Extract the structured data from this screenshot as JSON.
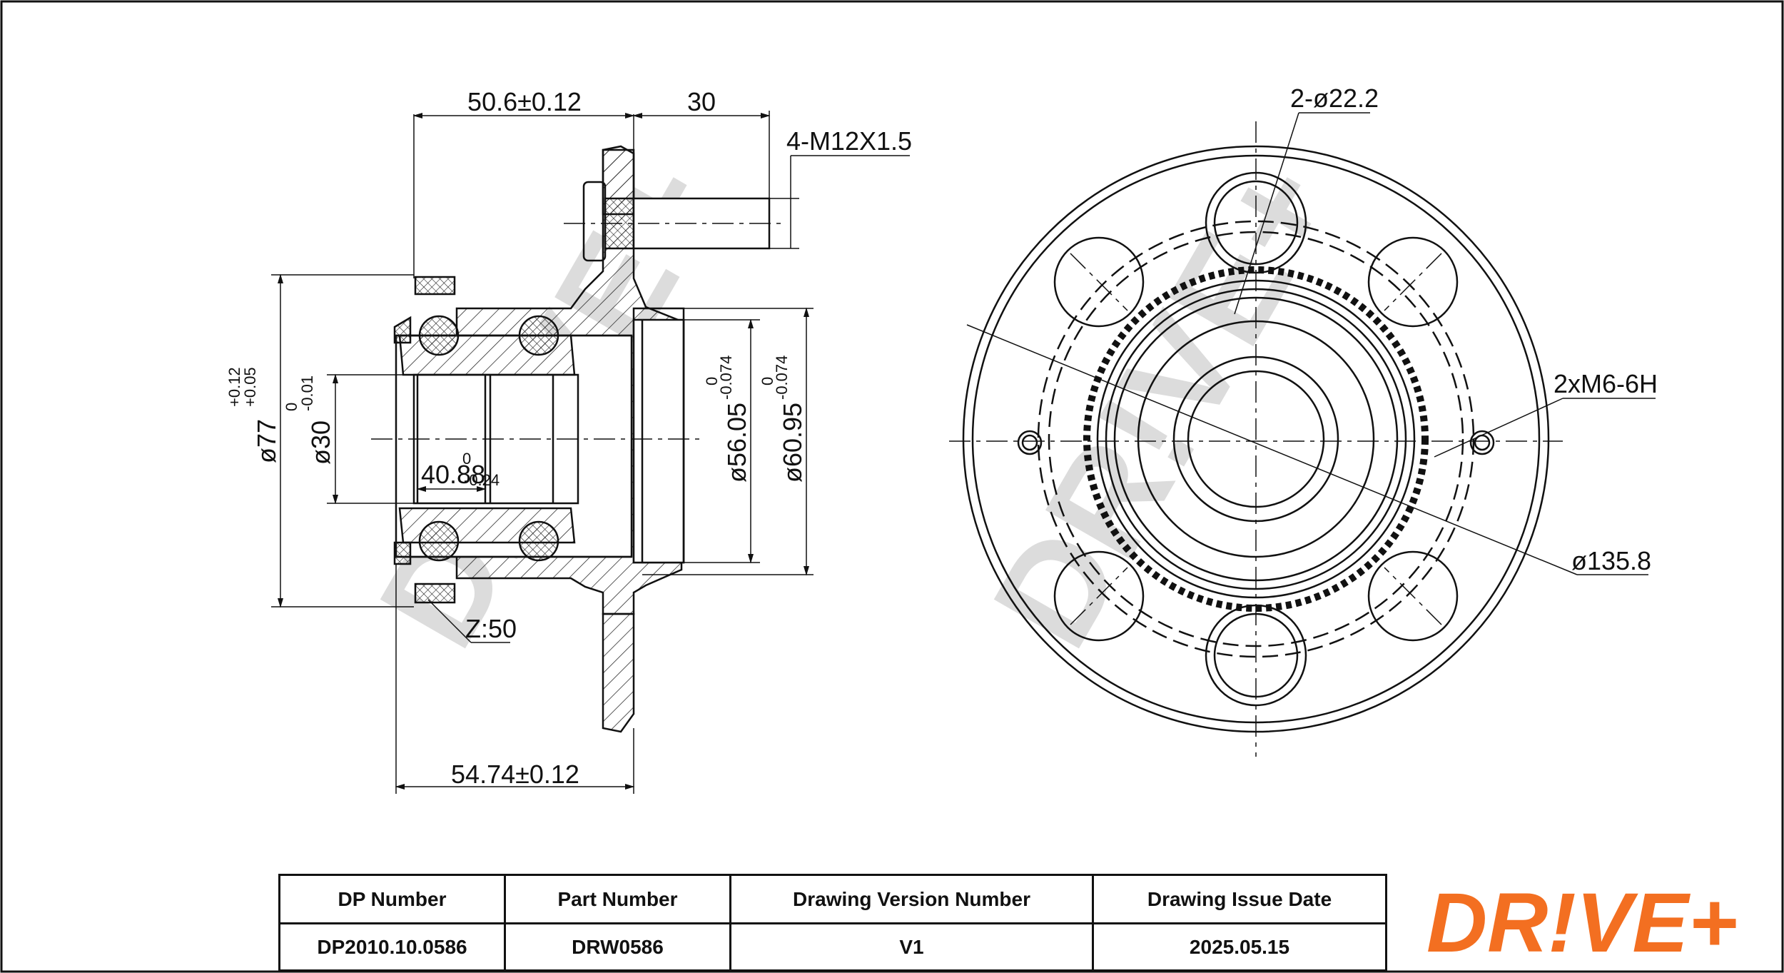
{
  "drawing": {
    "dimensions": {
      "hub_length": "50.6±0.12",
      "stud_length": "30",
      "stud_thread": "4-M12X1.5",
      "bolt_hole": "2-ø22.2",
      "screw_holes": "2xM6-6H",
      "pcd": "ø135.8",
      "outer_dia": "ø77",
      "outer_dia_tol_upper": "+0.12",
      "outer_dia_tol_lower": "+0.05",
      "bore_dia": "ø30",
      "bore_tol_upper": "0",
      "bore_tol_lower": "-0.01",
      "inner_width": "40.88",
      "inner_width_tol_upper": "0",
      "inner_width_tol_lower": "-0.24",
      "pilot_dia": "ø56.05",
      "pilot_tol_upper": "0",
      "pilot_tol_lower": "-0.074",
      "flange_pilot_dia": "ø60.95",
      "flange_pilot_tol_upper": "0",
      "flange_pilot_tol_lower": "-0.074",
      "abs_teeth": "Z:50",
      "total_length": "54.74±0.12"
    },
    "watermark": "DR!VE+"
  },
  "title_block": {
    "headers": [
      "DP Number",
      "Part Number",
      "Drawing Version Number",
      "Drawing Issue Date"
    ],
    "values": [
      "DP2010.10.0586",
      "DRW0586",
      "V1",
      "2025.05.15"
    ],
    "logo": "DR!VE+",
    "logo_color": "#f36f21"
  }
}
